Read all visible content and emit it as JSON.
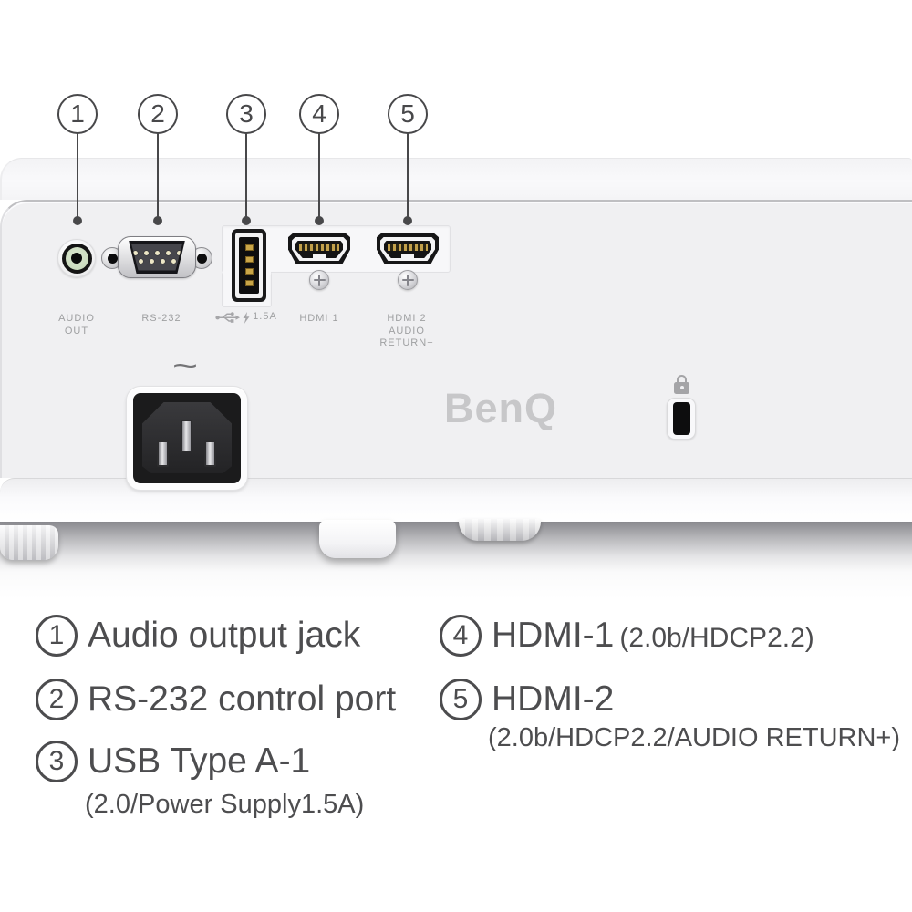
{
  "colors": {
    "body_gray": "#f0f0f2",
    "text_dark": "#4d4d4f",
    "label_gray": "#9fa0a2",
    "audio_green": "#c3d5b6",
    "usb_gold": "#c9a648",
    "logo_gray": "#c7c7c9"
  },
  "callouts": {
    "items": [
      {
        "num": "1"
      },
      {
        "num": "2"
      },
      {
        "num": "3"
      },
      {
        "num": "4"
      },
      {
        "num": "5"
      }
    ]
  },
  "rear_panel": {
    "labels": {
      "audio_line1": "AUDIO",
      "audio_line2": "OUT",
      "rs232": "RS-232",
      "usb_amp": "1.5A",
      "hdmi1": "HDMI 1",
      "hdmi2_line1": "HDMI 2",
      "hdmi2_line2": "AUDIO",
      "hdmi2_line3": "RETURN+"
    },
    "power_symbol": "~",
    "brand_logo": "BenQ"
  },
  "legend": {
    "items": [
      {
        "num": "1",
        "title": "Audio output jack"
      },
      {
        "num": "2",
        "title": "RS-232 control port"
      },
      {
        "num": "3",
        "title": "USB Type A-1",
        "sub": "(2.0/Power Supply1.5A)"
      },
      {
        "num": "4",
        "title": "HDMI-1",
        "inline_sub": "(2.0b/HDCP2.2)"
      },
      {
        "num": "5",
        "title": "HDMI-2",
        "sub": "(2.0b/HDCP2.2/AUDIO RETURN+)"
      }
    ]
  }
}
